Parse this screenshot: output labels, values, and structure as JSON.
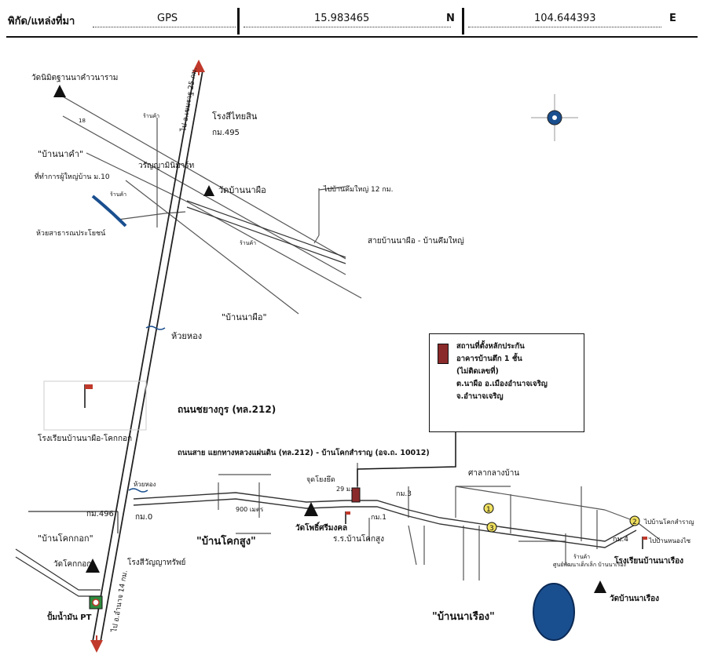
{
  "header": {
    "label": "พิกัด/แหล่งที่มา",
    "gps_label": "GPS",
    "latitude": "15.983465",
    "lat_dir": "N",
    "longitude": "104.644393",
    "lon_dir": "E"
  },
  "info_box": {
    "lines": [
      "สถานที่ตั้งหลักประกัน",
      "อาคารบ้านตึก 1 ชั้น",
      "(ไม่ติดเลขที่)",
      "ต.นาผือ อ.เมืองอำนาจเจริญ",
      "จ.อำนาจเจริญ"
    ],
    "swatch_color": "#8b2a2a"
  },
  "labels": {
    "wat_nimit": "วัดนิมิตฐานนาคำวนาราม",
    "rong_si": "โรงสีไทยสิน",
    "km495": "กม.495",
    "ban_na_kham": "\"บ้านนาคำ\"",
    "wai_mart": "วรัญญามินิมาร์ท",
    "village_office": "ที่ทำการผู้ใหญ่บ้าน ม.10",
    "wat_ban_na_phue": "วัดบ้านนาผือ",
    "to_bueng": "ไปบ้านคึมใหญ่ 12 กม.",
    "huai_public": "ห้วยสาธารณประโยชน์",
    "road_na_phue": "สายบ้านนาผือ - บ้านคึมใหญ่",
    "ban_na_phue": "\"บ้านนาผือ\"",
    "huai_hong": "ห้วยหอง",
    "school_na_phue": "โรงเรียนบ้านนาผือ-โคกกอก",
    "road_212": "ถนนชยางกูร (ทล.212)",
    "road_branch": "ถนนสาย แยกทางหลวงแผ่นดิน (ทล.212) - บ้านโคกสำราญ (อจ.ถ. 10012)",
    "sala": "ศาลากลางบ้าน",
    "km496": "กม.496",
    "km0": "กม.0",
    "km1": "กม.1",
    "km3": "กม.3",
    "km4": "กม.4",
    "ban_khok_kok": "\"บ้านโคกกอก\"",
    "ban_khok_sung": "\"บ้านโคกสูง\"",
    "wat_khok_kok": "วัดโคกกอก",
    "rong_si_wanya": "โรงสีวัญญาทรัพย์",
    "wat_pho": "วัดโพธิ์ศรีมงคล",
    "school_khok_sung": "ร.ร.บ้านโคกสูง",
    "school_na_rueang": "โรงเรียนบ้านนาเรือง",
    "ban_na_rueang": "\"บ้านนาเรือง\"",
    "wat_na_rueang": "วัดบ้านนาเรือง",
    "to_khok_samran": "ไปบ้านโคกสำราญ",
    "to_nong_sai": "ไปบ้านหนองไซ",
    "pt_station": "ปั้มน้ำมัน PT",
    "to_top": "ไป อ.เขมราฐ 25 กม.",
    "to_bottom": "ไป อ.อำนาจ 14 กม.",
    "dist_900": "900 เมตร",
    "dist_29": "29 ม.",
    "junction": "จุดโยงยึด",
    "health": "ศูนย์พัฒนาเด็กเล็ก บ้านนาเรือง",
    "shop": "ร้านค้า",
    "marker1": "1",
    "marker2": "2",
    "marker3": "3",
    "n18": "18"
  },
  "colors": {
    "road": "#333333",
    "highway_arrow": "#c0392b",
    "water": "#1a4f8f",
    "property": "#8b2a2a",
    "marker_fill": "#f0e060"
  }
}
